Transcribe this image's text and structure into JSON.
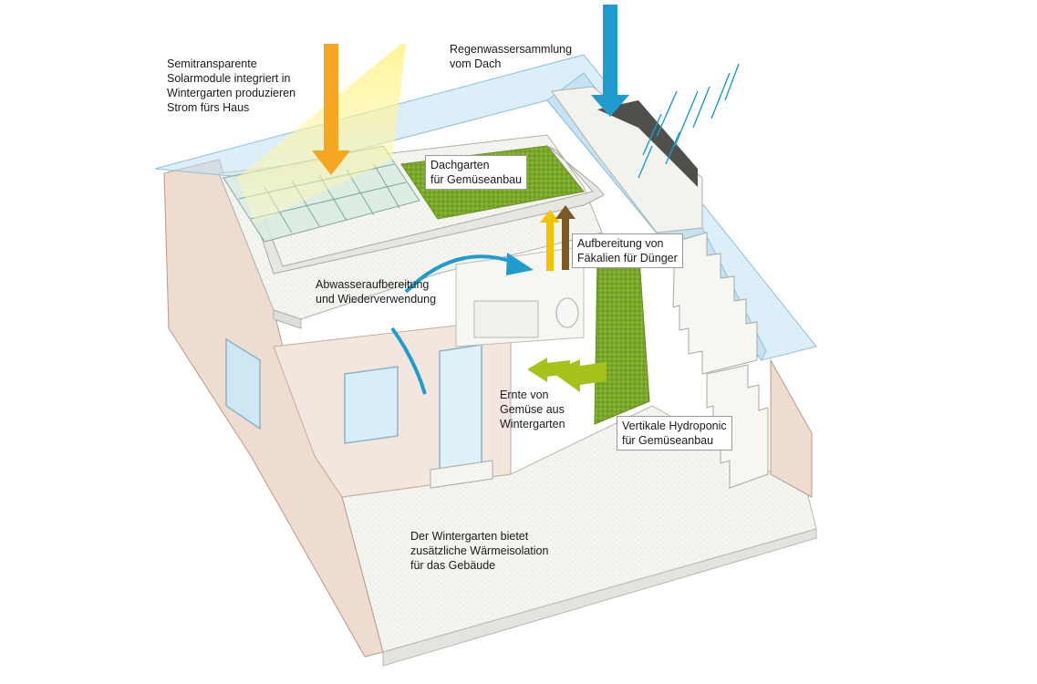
{
  "labels": {
    "solar": "Semitransparente\nSolarmodule integriert in\nWintergarten produzieren\nStrom fürs Haus",
    "rain": "Regenwassersammlung\nvom Dach",
    "roof_garden": "Dachgarten\nfür Gemüseanbau",
    "feces": "Aufbereitung von\nFäkalien für Dünger",
    "wastewater": "Abwasseraufbereitung\nund Wiederverwendung",
    "harvest": "Ernte von\nGemüse aus\nWintergarten",
    "hydroponic": "Vertikale Hydroponic\nfür Gemüseanbau",
    "insulation": "Der Wintergarten bietet\nzusätzliche Wärmeisolation\nfür das Gebäude"
  },
  "colors": {
    "sun_arrow": "#f5a623",
    "rain_arrow": "#1f9ccd",
    "green_arrow": "#a6c31c",
    "brown_arrow": "#7a5a22",
    "yellow_arrow": "#f2c400",
    "moss": "#7aa82a",
    "glass": "#bfe0f2",
    "wall": "#eedcd0",
    "floor": "#f1f1ee"
  }
}
